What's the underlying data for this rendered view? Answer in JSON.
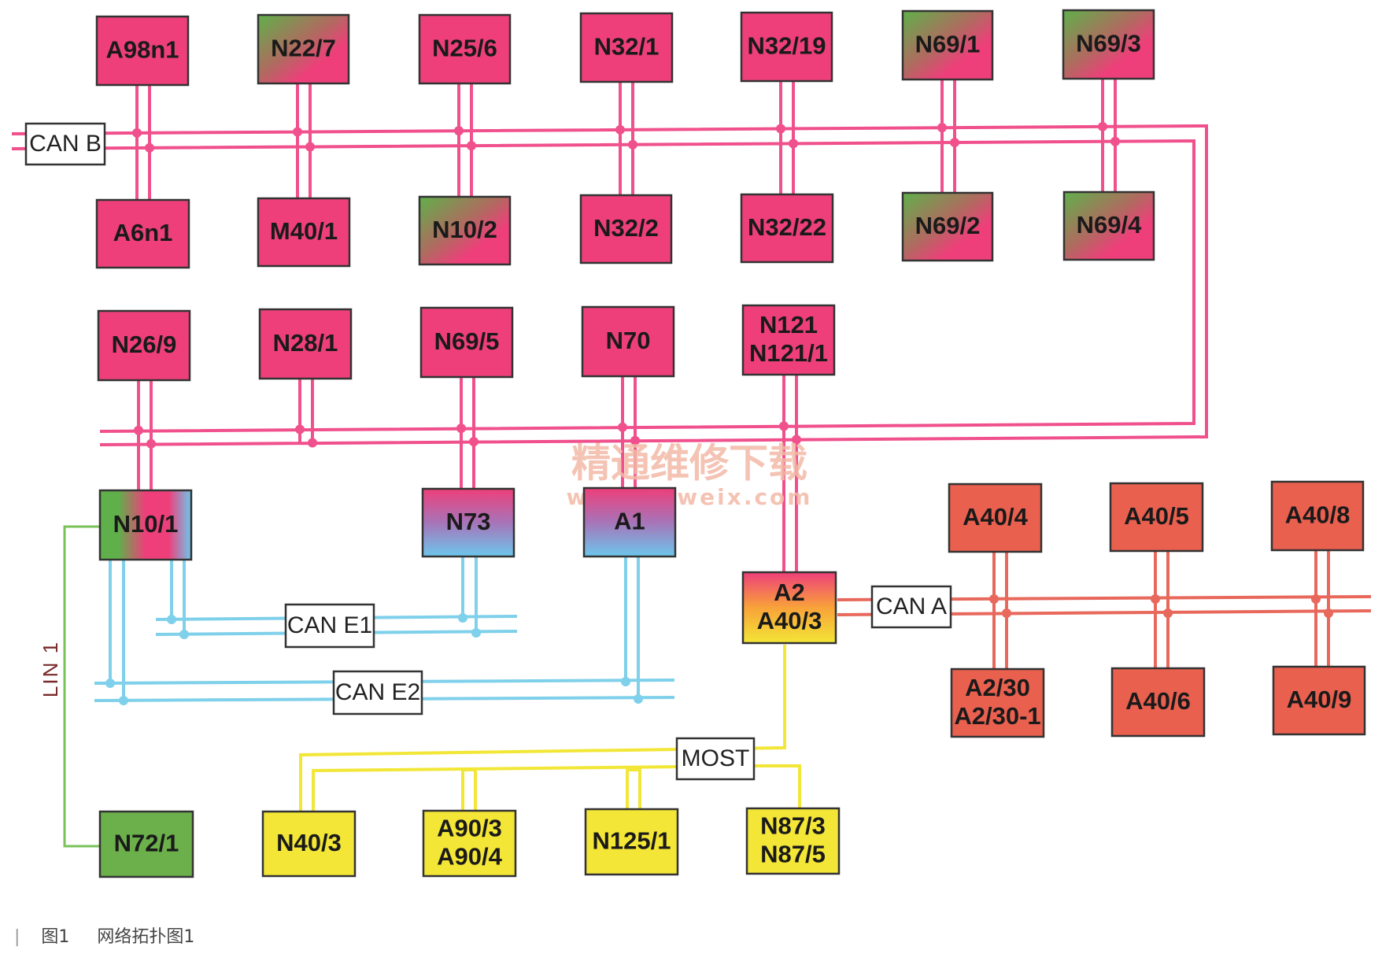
{
  "colors": {
    "can_b": "#f0508c",
    "can_a": "#e8685c",
    "can_e": "#7fd0ea",
    "most": "#f2e637",
    "lin": "#79c25a",
    "ecu_pink": "#ee3f7a",
    "ecu_salmon": "#e9604f",
    "ecu_yellow": "#f3e636",
    "ecu_green": "#6cb04c",
    "ecu_blue": "#6cc7ec",
    "ecu_orange": "#f8a23a"
  },
  "ecus": [
    {
      "id": "A98n1",
      "lines": [
        "A98n1"
      ],
      "fill": "pink"
    },
    {
      "id": "N22/7",
      "lines": [
        "N22/7"
      ],
      "fill": "green-pink"
    },
    {
      "id": "N25/6",
      "lines": [
        "N25/6"
      ],
      "fill": "pink"
    },
    {
      "id": "N32/1",
      "lines": [
        "N32/1"
      ],
      "fill": "pink"
    },
    {
      "id": "N32/19",
      "lines": [
        "N32/19"
      ],
      "fill": "pink"
    },
    {
      "id": "N69/1",
      "lines": [
        "N69/1"
      ],
      "fill": "green-pink"
    },
    {
      "id": "N69/3",
      "lines": [
        "N69/3"
      ],
      "fill": "green-pink"
    },
    {
      "id": "A6n1",
      "lines": [
        "A6n1"
      ],
      "fill": "pink"
    },
    {
      "id": "M40/1",
      "lines": [
        "M40/1"
      ],
      "fill": "pink"
    },
    {
      "id": "N10/2",
      "lines": [
        "N10/2"
      ],
      "fill": "green-pink"
    },
    {
      "id": "N32/2",
      "lines": [
        "N32/2"
      ],
      "fill": "pink"
    },
    {
      "id": "N32/22",
      "lines": [
        "N32/22"
      ],
      "fill": "pink"
    },
    {
      "id": "N69/2",
      "lines": [
        "N69/2"
      ],
      "fill": "green-pink"
    },
    {
      "id": "N69/4",
      "lines": [
        "N69/4"
      ],
      "fill": "green-pink"
    },
    {
      "id": "N26/9",
      "lines": [
        "N26/9"
      ],
      "fill": "pink"
    },
    {
      "id": "N28/1",
      "lines": [
        "N28/1"
      ],
      "fill": "pink"
    },
    {
      "id": "N69/5",
      "lines": [
        "N69/5"
      ],
      "fill": "pink"
    },
    {
      "id": "N70",
      "lines": [
        "N70"
      ],
      "fill": "pink"
    },
    {
      "id": "N121",
      "lines": [
        "N121",
        "N121/1"
      ],
      "fill": "pink"
    },
    {
      "id": "N10/1",
      "lines": [
        "N10/1"
      ],
      "fill": "green-pink-blue"
    },
    {
      "id": "N73",
      "lines": [
        "N73"
      ],
      "fill": "pink-blue"
    },
    {
      "id": "A1",
      "lines": [
        "A1"
      ],
      "fill": "pink-blue"
    },
    {
      "id": "A40/4",
      "lines": [
        "A40/4"
      ],
      "fill": "salmon"
    },
    {
      "id": "A40/5",
      "lines": [
        "A40/5"
      ],
      "fill": "salmon"
    },
    {
      "id": "A40/8",
      "lines": [
        "A40/8"
      ],
      "fill": "salmon"
    },
    {
      "id": "A2",
      "lines": [
        "A2",
        "A40/3"
      ],
      "fill": "pink-yellow"
    },
    {
      "id": "A2/30",
      "lines": [
        "A2/30",
        "A2/30-1"
      ],
      "fill": "salmon"
    },
    {
      "id": "A40/6",
      "lines": [
        "A40/6"
      ],
      "fill": "salmon"
    },
    {
      "id": "A40/9",
      "lines": [
        "A40/9"
      ],
      "fill": "salmon"
    },
    {
      "id": "N72/1",
      "lines": [
        "N72/1"
      ],
      "fill": "green"
    },
    {
      "id": "N40/3",
      "lines": [
        "N40/3"
      ],
      "fill": "yellow"
    },
    {
      "id": "A90/3",
      "lines": [
        "A90/3",
        "A90/4"
      ],
      "fill": "yellow"
    },
    {
      "id": "N125/1",
      "lines": [
        "N125/1"
      ],
      "fill": "yellow"
    },
    {
      "id": "N87/3",
      "lines": [
        "N87/3",
        "N87/5"
      ],
      "fill": "yellow"
    }
  ],
  "buses": [
    {
      "id": "can-b",
      "label": "CAN B"
    },
    {
      "id": "can-e1",
      "label": "CAN E1"
    },
    {
      "id": "can-e2",
      "label": "CAN E2"
    },
    {
      "id": "can-a",
      "label": "CAN A"
    },
    {
      "id": "most",
      "label": "MOST"
    },
    {
      "id": "lin-1",
      "label": "LIN 1"
    }
  ],
  "watermark": {
    "line1": "精通维修下载",
    "line2": "www.gzweix.com"
  },
  "caption": {
    "number": "图1",
    "title": "网络拓扑图1"
  }
}
